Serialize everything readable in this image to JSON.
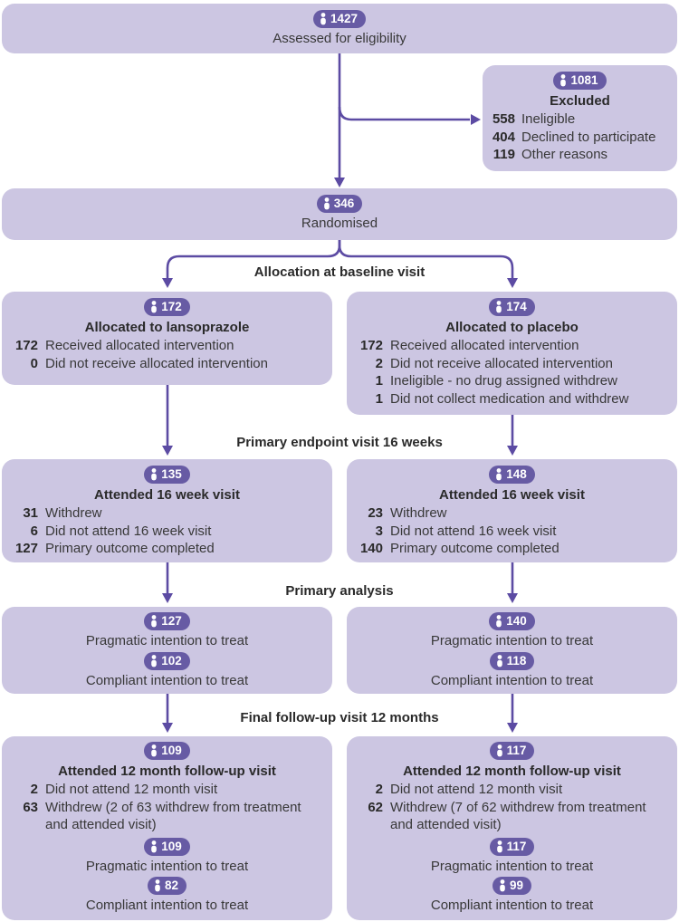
{
  "colors": {
    "box-fill": "#ccc6e2",
    "badge-fill": "#675ba4",
    "arrow": "#5c4ba3",
    "text": "#383838",
    "heading": "#2a2a2a"
  },
  "stage_labels": {
    "allocation": "Allocation at baseline visit",
    "primary_endpoint": "Primary endpoint visit 16 weeks",
    "primary_analysis": "Primary analysis",
    "final_followup": "Final follow-up visit 12 months"
  },
  "boxes": {
    "assessed": {
      "badge": "1427",
      "text": "Assessed for eligibility"
    },
    "excluded": {
      "badge": "1081",
      "heading": "Excluded",
      "items": [
        {
          "n": "558",
          "label": "Ineligible"
        },
        {
          "n": "404",
          "label": "Declined to participate"
        },
        {
          "n": "119",
          "label": "Other reasons"
        }
      ]
    },
    "randomised": {
      "badge": "346",
      "text": "Randomised"
    },
    "alloc_lanso": {
      "badge": "172",
      "heading": "Allocated to lansoprazole",
      "items": [
        {
          "n": "172",
          "label": "Received allocated intervention"
        },
        {
          "n": "0",
          "label": "Did not receive allocated intervention"
        }
      ]
    },
    "alloc_placebo": {
      "badge": "174",
      "heading": "Allocated to placebo",
      "items": [
        {
          "n": "172",
          "label": "Received allocated intervention"
        },
        {
          "n": "2",
          "label": "Did not receive allocated intervention"
        },
        {
          "n": "1",
          "label": "Ineligible - no drug assigned withdrew"
        },
        {
          "n": "1",
          "label": "Did not collect medication and withdrew"
        }
      ]
    },
    "week16_lanso": {
      "badge": "135",
      "heading": "Attended 16 week visit",
      "items": [
        {
          "n": "31",
          "label": "Withdrew"
        },
        {
          "n": "6",
          "label": "Did not attend 16 week visit"
        },
        {
          "n": "127",
          "label": "Primary outcome completed"
        }
      ]
    },
    "week16_placebo": {
      "badge": "148",
      "heading": "Attended 16 week visit",
      "items": [
        {
          "n": "23",
          "label": "Withdrew"
        },
        {
          "n": "3",
          "label": "Did not attend 16 week visit"
        },
        {
          "n": "140",
          "label": "Primary outcome completed"
        }
      ]
    },
    "analysis_lanso": {
      "badge1": "127",
      "text1": "Pragmatic intention to treat",
      "badge2": "102",
      "text2": "Compliant intention to treat"
    },
    "analysis_placebo": {
      "badge1": "140",
      "text1": "Pragmatic intention to treat",
      "badge2": "118",
      "text2": "Compliant intention to treat"
    },
    "final_lanso": {
      "badge": "109",
      "heading": "Attended 12 month follow-up visit",
      "items": [
        {
          "n": "2",
          "label": "Did not attend 12 month visit"
        },
        {
          "n": "63",
          "label": "Withdrew (2 of 63 withdrew from treatment and attended visit)"
        }
      ],
      "badge2": "109",
      "text2": "Pragmatic intention to treat",
      "badge3": "82",
      "text3": "Compliant intention to treat"
    },
    "final_placebo": {
      "badge": "117",
      "heading": "Attended 12 month follow-up visit",
      "items": [
        {
          "n": "2",
          "label": "Did not attend 12 month visit"
        },
        {
          "n": "62",
          "label": "Withdrew (7 of 62 withdrew from treatment and attended visit)"
        }
      ],
      "badge2": "117",
      "text2": "Pragmatic intention to treat",
      "badge3": "99",
      "text3": "Compliant intention to treat"
    }
  }
}
